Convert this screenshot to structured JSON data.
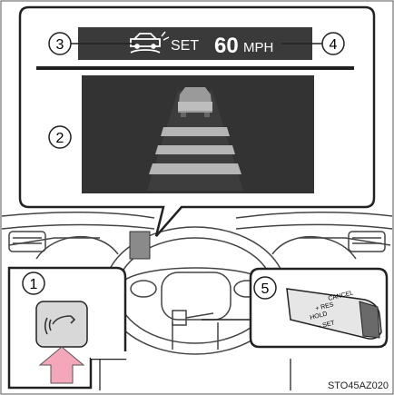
{
  "display": {
    "set_label": "SET",
    "speed_value": "60",
    "speed_unit": "MPH"
  },
  "callouts": {
    "c1": "1",
    "c2": "2",
    "c3": "3",
    "c4": "4",
    "c5": "5"
  },
  "lever": {
    "cancel": "CANCEL",
    "res": "+ RES",
    "hold": "HOLD",
    "set": "− SET"
  },
  "figure_code": "STO45AZ020",
  "colors": {
    "accent_pink": "#f4a7b9",
    "display_dark": "#3a3a3a",
    "line_gray": "#444444"
  },
  "icons": {
    "cruise_icon": "radar-cruise-car-icon",
    "switch_icon": "cruise-switch-icon",
    "arrow": "push-arrow-icon"
  }
}
